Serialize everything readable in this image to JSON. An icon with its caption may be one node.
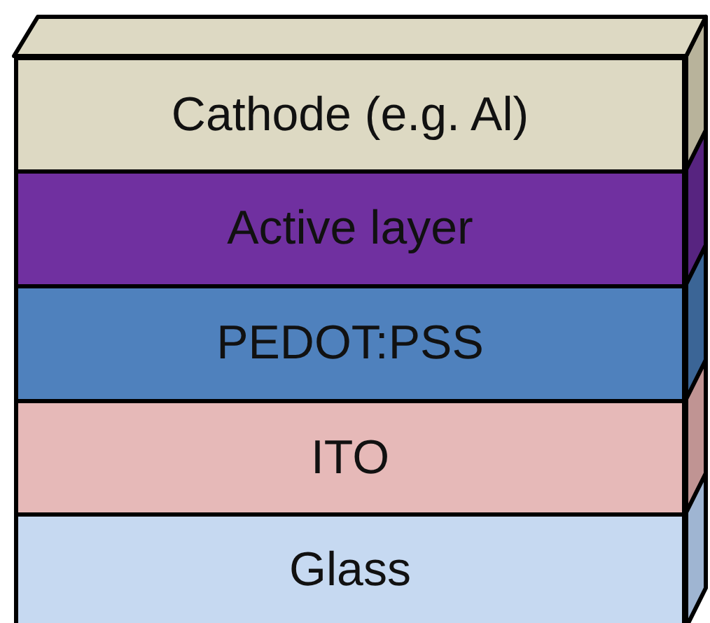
{
  "diagram": {
    "nodes": [
      {
        "text": [
          "Cathode (e.g. Al)"
        ]
      },
      {
        "text": [
          "Active layer"
        ]
      },
      {
        "text": [
          "PEDOT:PSS"
        ]
      },
      {
        "text": [
          "ITO"
        ]
      },
      {
        "text": [
          "Glass"
        ]
      }
    ]
  }
}
